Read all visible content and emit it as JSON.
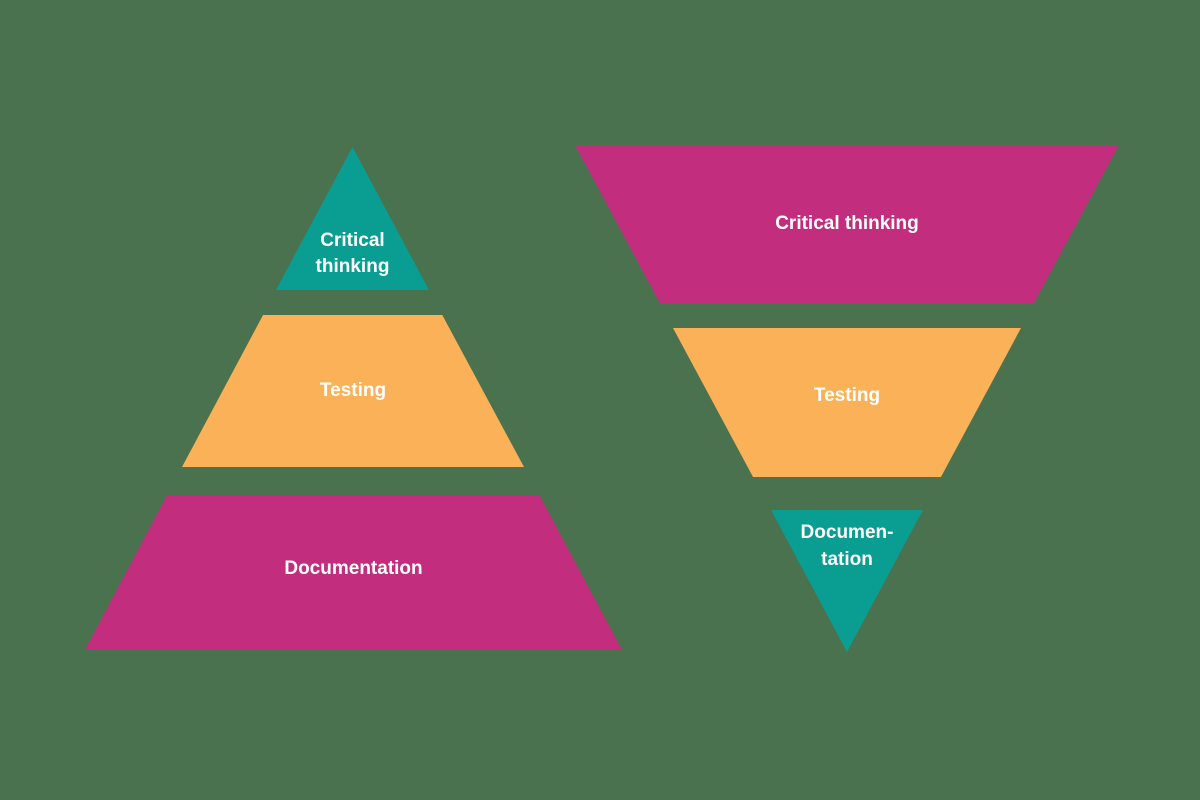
{
  "colors": {
    "background": "#4A724E",
    "teal": "#0A9D92",
    "orange": "#FAB157",
    "magenta": "#C22E7D",
    "text": "#FFFFFF"
  },
  "left_pyramid": {
    "orientation": "upright",
    "levels": [
      {
        "label": "Critical\nthinking",
        "color": "#0A9D92",
        "position": "top"
      },
      {
        "label": "Testing",
        "color": "#FAB157",
        "position": "middle"
      },
      {
        "label": "Documentation",
        "color": "#C22E7D",
        "position": "bottom"
      }
    ]
  },
  "right_pyramid": {
    "orientation": "inverted",
    "levels": [
      {
        "label": "Critical thinking",
        "color": "#C22E7D",
        "position": "top"
      },
      {
        "label": "Testing",
        "color": "#FAB157",
        "position": "middle"
      },
      {
        "label": "Documen-\ntation",
        "color": "#0A9D92",
        "position": "bottom"
      }
    ]
  }
}
